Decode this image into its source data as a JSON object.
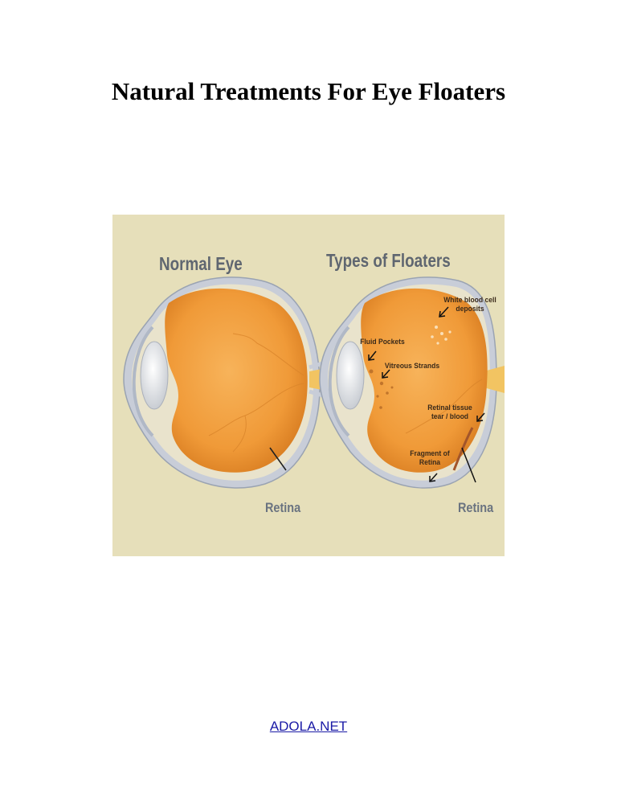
{
  "document": {
    "title": "Natural Treatments For Eye Floaters",
    "footer_link": "ADOLA.NET"
  },
  "figure": {
    "background_color": "#e6dfba",
    "left_panel": {
      "heading": "Normal Eye",
      "labels": {
        "retina": "Retina"
      }
    },
    "right_panel": {
      "heading": "Types of Floaters",
      "labels": {
        "white_blood_cell_line1": "White blood cell",
        "white_blood_cell_line2": "deposits",
        "fluid_pockets": "Fluid Pockets",
        "vitreous_strands": "Vitreous Strands",
        "retinal_tissue_line1": "Retinal tissue",
        "retinal_tissue_line2": "tear / blood",
        "fragment_line1": "Fragment of",
        "fragment_line2": "Retina",
        "retina": "Retina"
      }
    }
  }
}
